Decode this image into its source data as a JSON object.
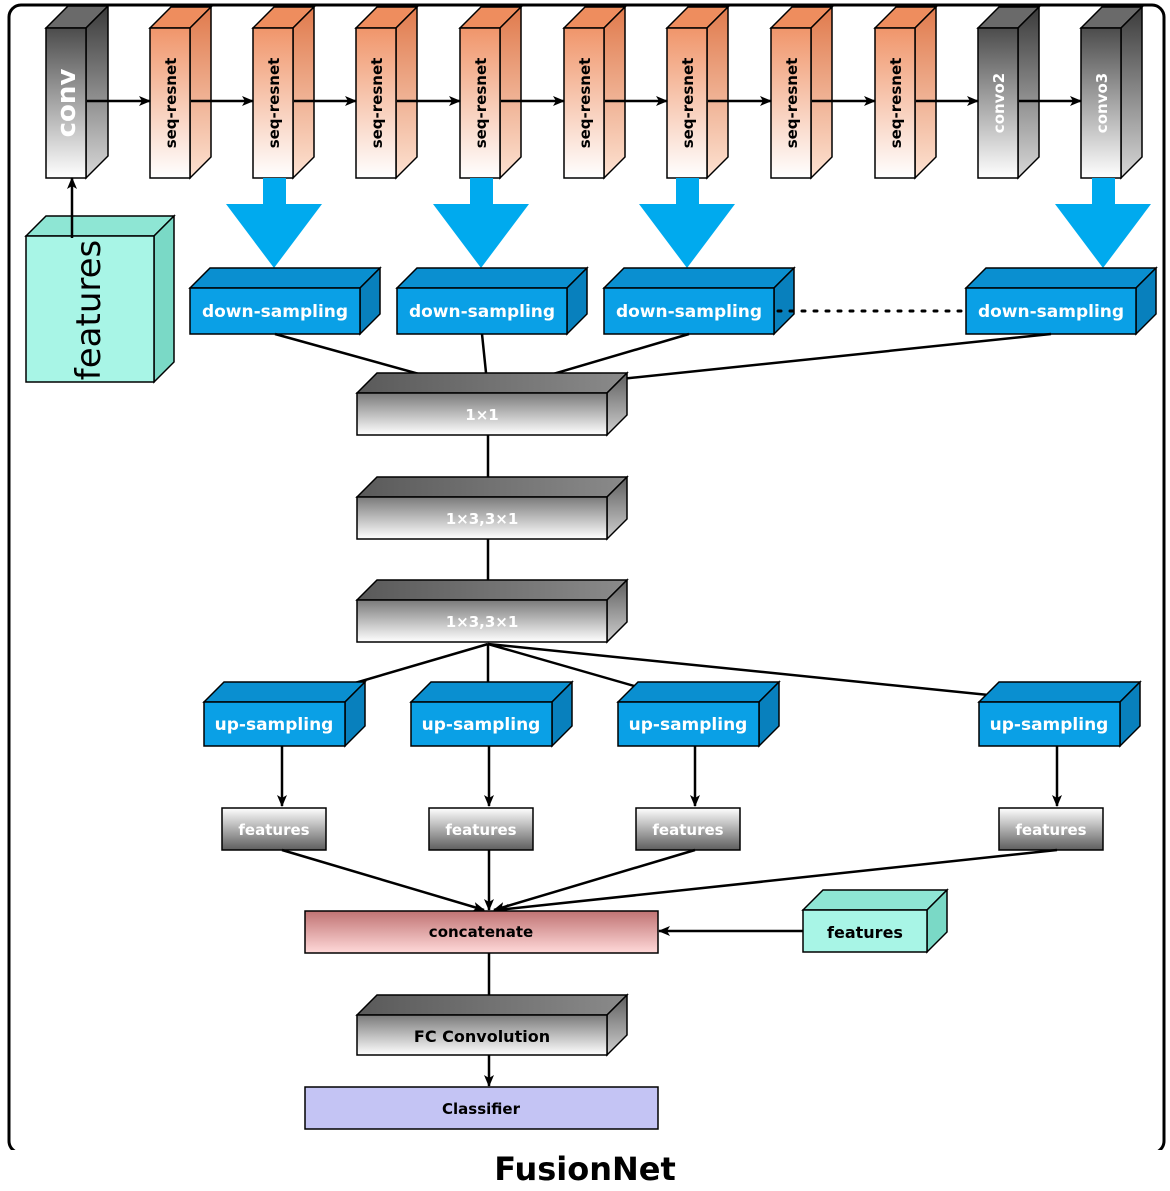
{
  "title": "FusionNet",
  "input": {
    "features_label": "features",
    "conv_label": "conv"
  },
  "backbone": {
    "blocks": [
      "seq-resnet",
      "seq-resnet",
      "seq-resnet",
      "seq-resnet",
      "seq-resnet",
      "seq-resnet",
      "seq-resnet",
      "seq-resnet"
    ],
    "convo2_label": "convo2",
    "convo3_label": "convo3"
  },
  "down_sampling": [
    "down-sampling",
    "down-sampling",
    "down-sampling",
    "down-sampling"
  ],
  "middle": {
    "one_by_one": "1×1",
    "asym_conv_1": "1×3,3×1",
    "asym_conv_2": "1×3,3×1"
  },
  "up_sampling": [
    "up-sampling",
    "up-sampling",
    "up-sampling",
    "up-sampling"
  ],
  "branch_features": [
    "features",
    "features",
    "features",
    "features"
  ],
  "concatenate_label": "concatenate",
  "side_features_label": "features",
  "fc_label": "FC Convolution",
  "classifier_label": "Classifier",
  "colors": {
    "seq_resnet_top": "#f0956a",
    "seq_resnet_bottom": "#ffffff",
    "conv_top": "#505050",
    "conv_bottom": "#ffffff",
    "blue": "#0aa0e6",
    "arrow_blue": "#00aaee",
    "aqua": "#a8f5e6",
    "concat_top": "#c07070",
    "concat_bottom": "#ffd6d6",
    "classifier": "#c4c4f4",
    "gray_top": "#5a5a5a",
    "gray_bottom": "#ffffff"
  }
}
